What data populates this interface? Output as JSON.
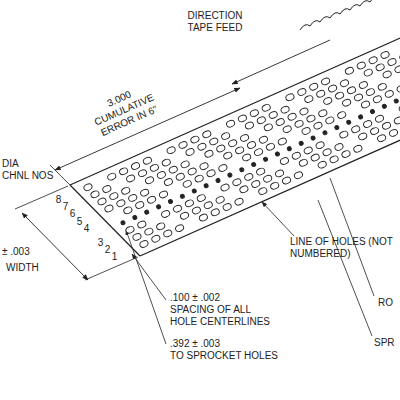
{
  "diagram": {
    "labels": [
      "DIRECTION TAPE FEED",
      "3.000",
      "CUMULATIVE",
      "ERROR IN 6\"",
      "DIA",
      "CHNL NOS",
      "8",
      "7",
      "6",
      "5",
      "4",
      "3",
      "2",
      "1",
      "LINE OF HOLES (NOT NUMBERED)",
      "± .003",
      "WIDTH",
      ".100 ± .002",
      "SPACING OF ALL HOLE CENTERLINES",
      ".392 ± .003",
      "TO SPROCKET HOLES",
      "RO",
      "SPR"
    ]
  }
}
